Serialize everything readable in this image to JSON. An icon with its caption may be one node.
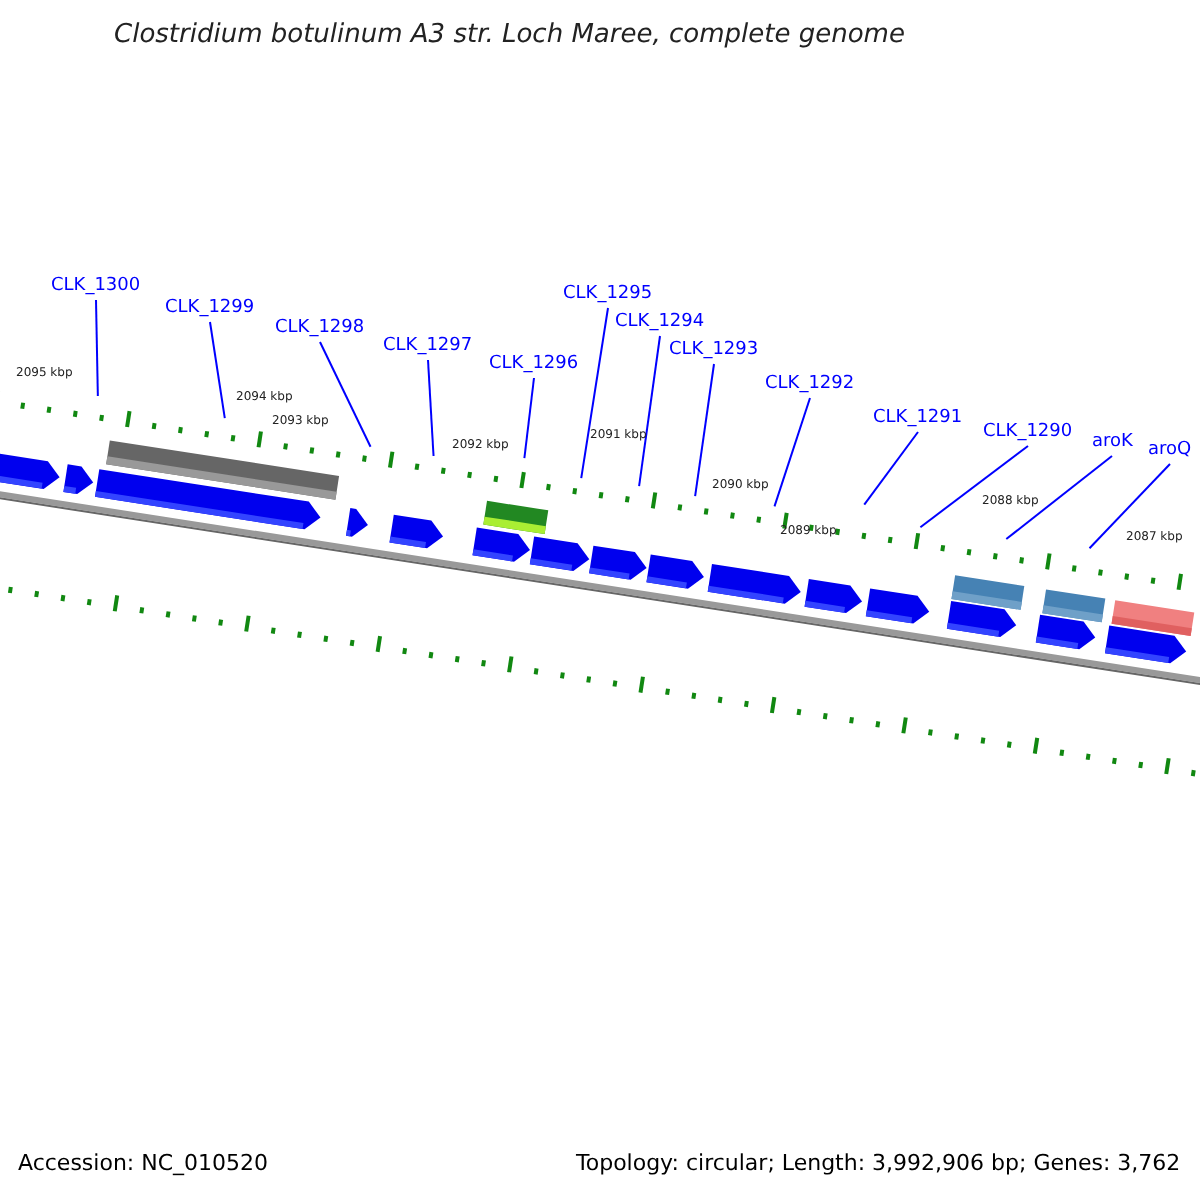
{
  "diagram": {
    "title": "Clostridium botulinum A3 str. Loch Maree, complete genome",
    "nodes": [
      {
        "text": [
          "CLK_1300"
        ]
      },
      {
        "text": [
          "CLK_1299"
        ]
      },
      {
        "text": [
          "CLK_1298"
        ]
      },
      {
        "text": [
          "CLK_1297"
        ]
      },
      {
        "text": [
          "CLK_1296"
        ]
      },
      {
        "text": [
          "CLK_1295"
        ]
      },
      {
        "text": [
          "CLK_1294"
        ]
      },
      {
        "text": [
          "CLK_1293"
        ]
      },
      {
        "text": [
          "CLK_1292"
        ]
      },
      {
        "text": [
          "CLK_1291"
        ]
      },
      {
        "text": [
          "CLK_1290"
        ]
      },
      {
        "text": [
          "aroK"
        ]
      },
      {
        "text": [
          "aroQ"
        ]
      }
    ],
    "edges": [
      {
        "from": 0,
        "to": null,
        "arrow": "none"
      },
      {
        "from": 1,
        "to": null,
        "arrow": "none"
      },
      {
        "from": 2,
        "to": null,
        "arrow": "none"
      },
      {
        "from": 3,
        "to": null,
        "arrow": "none"
      },
      {
        "from": 4,
        "to": null,
        "arrow": "none"
      },
      {
        "from": 5,
        "to": null,
        "arrow": "none"
      },
      {
        "from": 6,
        "to": null,
        "arrow": "none"
      },
      {
        "from": 7,
        "to": null,
        "arrow": "none"
      },
      {
        "from": 8,
        "to": null,
        "arrow": "none"
      },
      {
        "from": 9,
        "to": null,
        "arrow": "none"
      },
      {
        "from": 10,
        "to": null,
        "arrow": "none"
      },
      {
        "from": 11,
        "to": null,
        "arrow": "none"
      },
      {
        "from": 12,
        "to": null,
        "arrow": "none"
      }
    ],
    "labels": [
      "2095 kbp",
      "2094 kbp",
      "2093 kbp",
      "2092 kbp",
      "2091 kbp",
      "2090 kbp",
      "2089 kbp",
      "2088 kbp",
      "2087 kbp",
      "Accession: NC_010520",
      "Topology: circular; Length: 3,992,906 bp; Genes: 3,762"
    ]
  }
}
